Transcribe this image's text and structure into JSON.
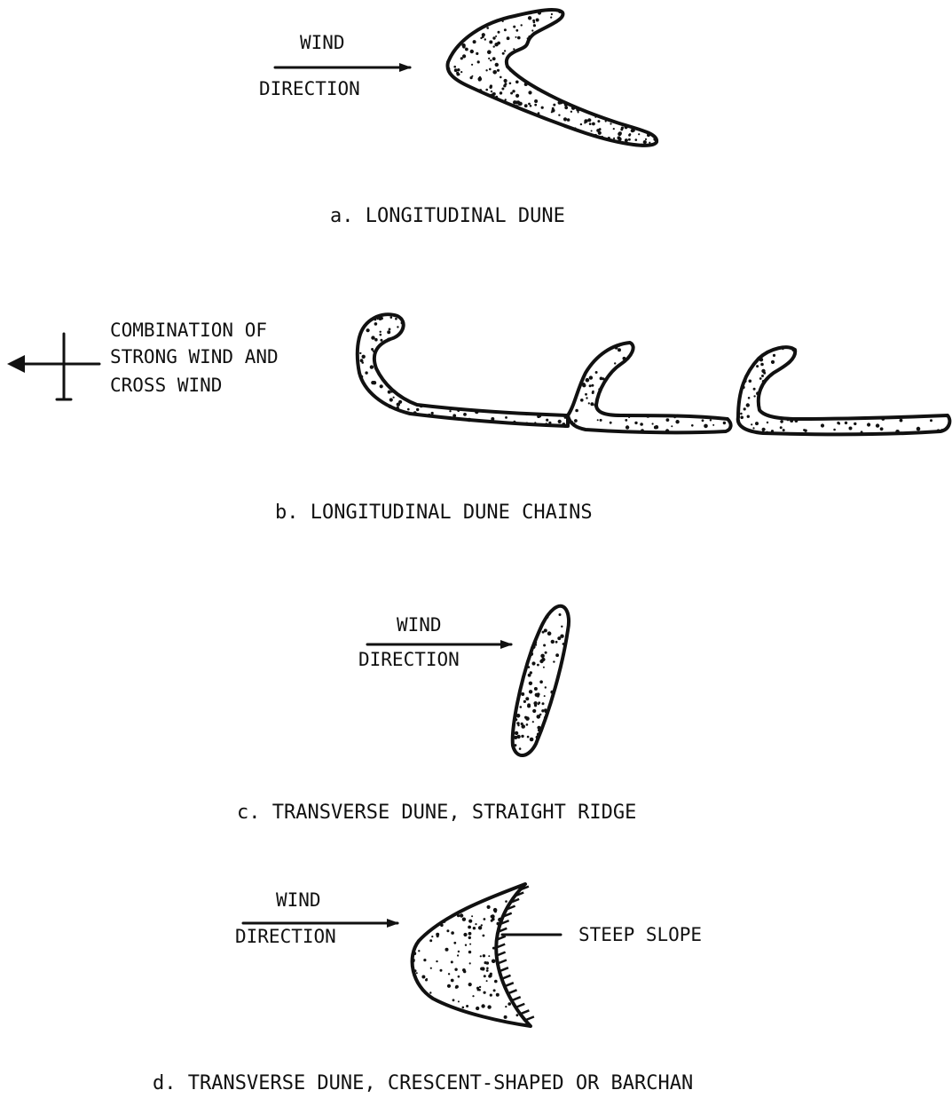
{
  "figures": [
    {
      "id": "a",
      "wind_label_line1": "WIND",
      "wind_label_line2": "DIRECTION",
      "caption": "a.  LONGITUDINAL DUNE"
    },
    {
      "id": "b",
      "wind_label_line1": "COMBINATION OF",
      "wind_label_line2": "STRONG WIND AND",
      "wind_label_line3": "CROSS WIND",
      "caption": "b.  LONGITUDINAL DUNE CHAINS"
    },
    {
      "id": "c",
      "wind_label_line1": "WIND",
      "wind_label_line2": "DIRECTION",
      "caption": "c.  TRANSVERSE DUNE, STRAIGHT RIDGE"
    },
    {
      "id": "d",
      "wind_label_line1": "WIND",
      "wind_label_line2": "DIRECTION",
      "slope_label": "STEEP SLOPE",
      "caption": "d.  TRANSVERSE DUNE, CRESCENT-SHAPED OR BARCHAN"
    }
  ],
  "colors": {
    "ink": "#111111",
    "paper": "#ffffff"
  }
}
